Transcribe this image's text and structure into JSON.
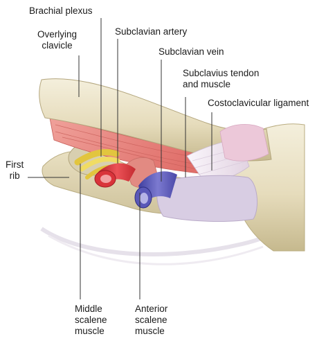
{
  "labels": {
    "brachial_plexus": "Brachial plexus",
    "overlying_clavicle": [
      "Overlying",
      "clavicle"
    ],
    "subclavian_artery": "Subclavian artery",
    "subclavian_vein": "Subclavian vein",
    "subclavius": [
      "Subclavius tendon",
      "and muscle"
    ],
    "costoclavicular": "Costoclavicular ligament",
    "first_rib": [
      "First",
      "rib"
    ],
    "middle_scalene": [
      "Middle",
      "scalene",
      "muscle"
    ],
    "anterior_scalene": [
      "Anterior",
      "scalene",
      "muscle"
    ]
  },
  "colors": {
    "bone": "#eae2c6",
    "bone_shadow": "#c9bd94",
    "muscle": "#e57f7a",
    "artery": "#d9333a",
    "vein": "#5a58b8",
    "nerve": "#e8d24a",
    "ligament": "#efe6f0",
    "cartilage": "#d8cde3",
    "leader": "#333333"
  }
}
